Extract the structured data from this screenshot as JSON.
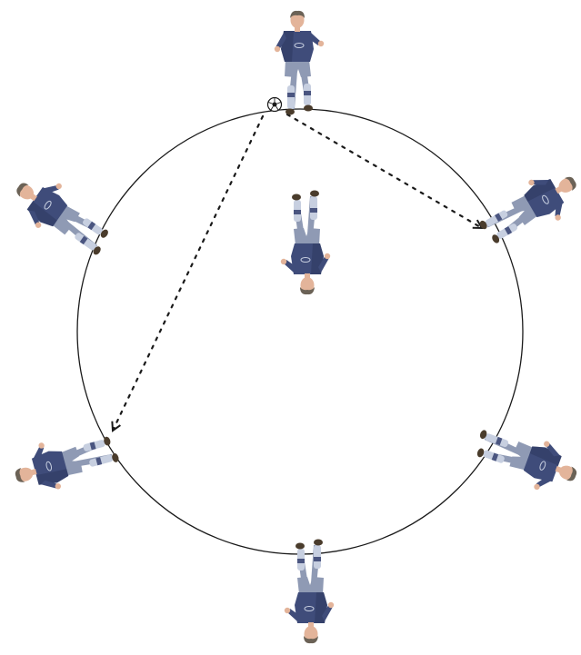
{
  "diagram": {
    "description_free": true,
    "colors": {
      "background": "#ffffff",
      "circle": "#1a1a1a",
      "arrow": "#1a1a1a",
      "jersey": "#3f4c7a",
      "jersey_dark": "#2c365c",
      "shorts": "#8f9ab4",
      "socks_light": "#c7cfe0",
      "socks_dark": "#4a5580",
      "skin": "#e3b49a",
      "hair": "#6b6256",
      "boot": "#4a3c2c"
    },
    "players": [
      {
        "id": "top",
        "icon": "soccer-player-with-ball-icon"
      },
      {
        "id": "upper-left",
        "icon": "soccer-player-icon"
      },
      {
        "id": "upper-right",
        "icon": "soccer-player-icon"
      },
      {
        "id": "center",
        "icon": "soccer-player-icon"
      },
      {
        "id": "lower-left",
        "icon": "soccer-player-icon"
      },
      {
        "id": "lower-right",
        "icon": "soccer-player-icon"
      },
      {
        "id": "bottom",
        "icon": "soccer-player-icon"
      }
    ],
    "ball": {
      "icon": "soccer-ball-icon"
    },
    "passes": [
      {
        "from": "top",
        "to": "upper-right",
        "style": "dotted-arrow"
      },
      {
        "from": "top",
        "to": "lower-left",
        "style": "dotted-arrow"
      }
    ]
  }
}
